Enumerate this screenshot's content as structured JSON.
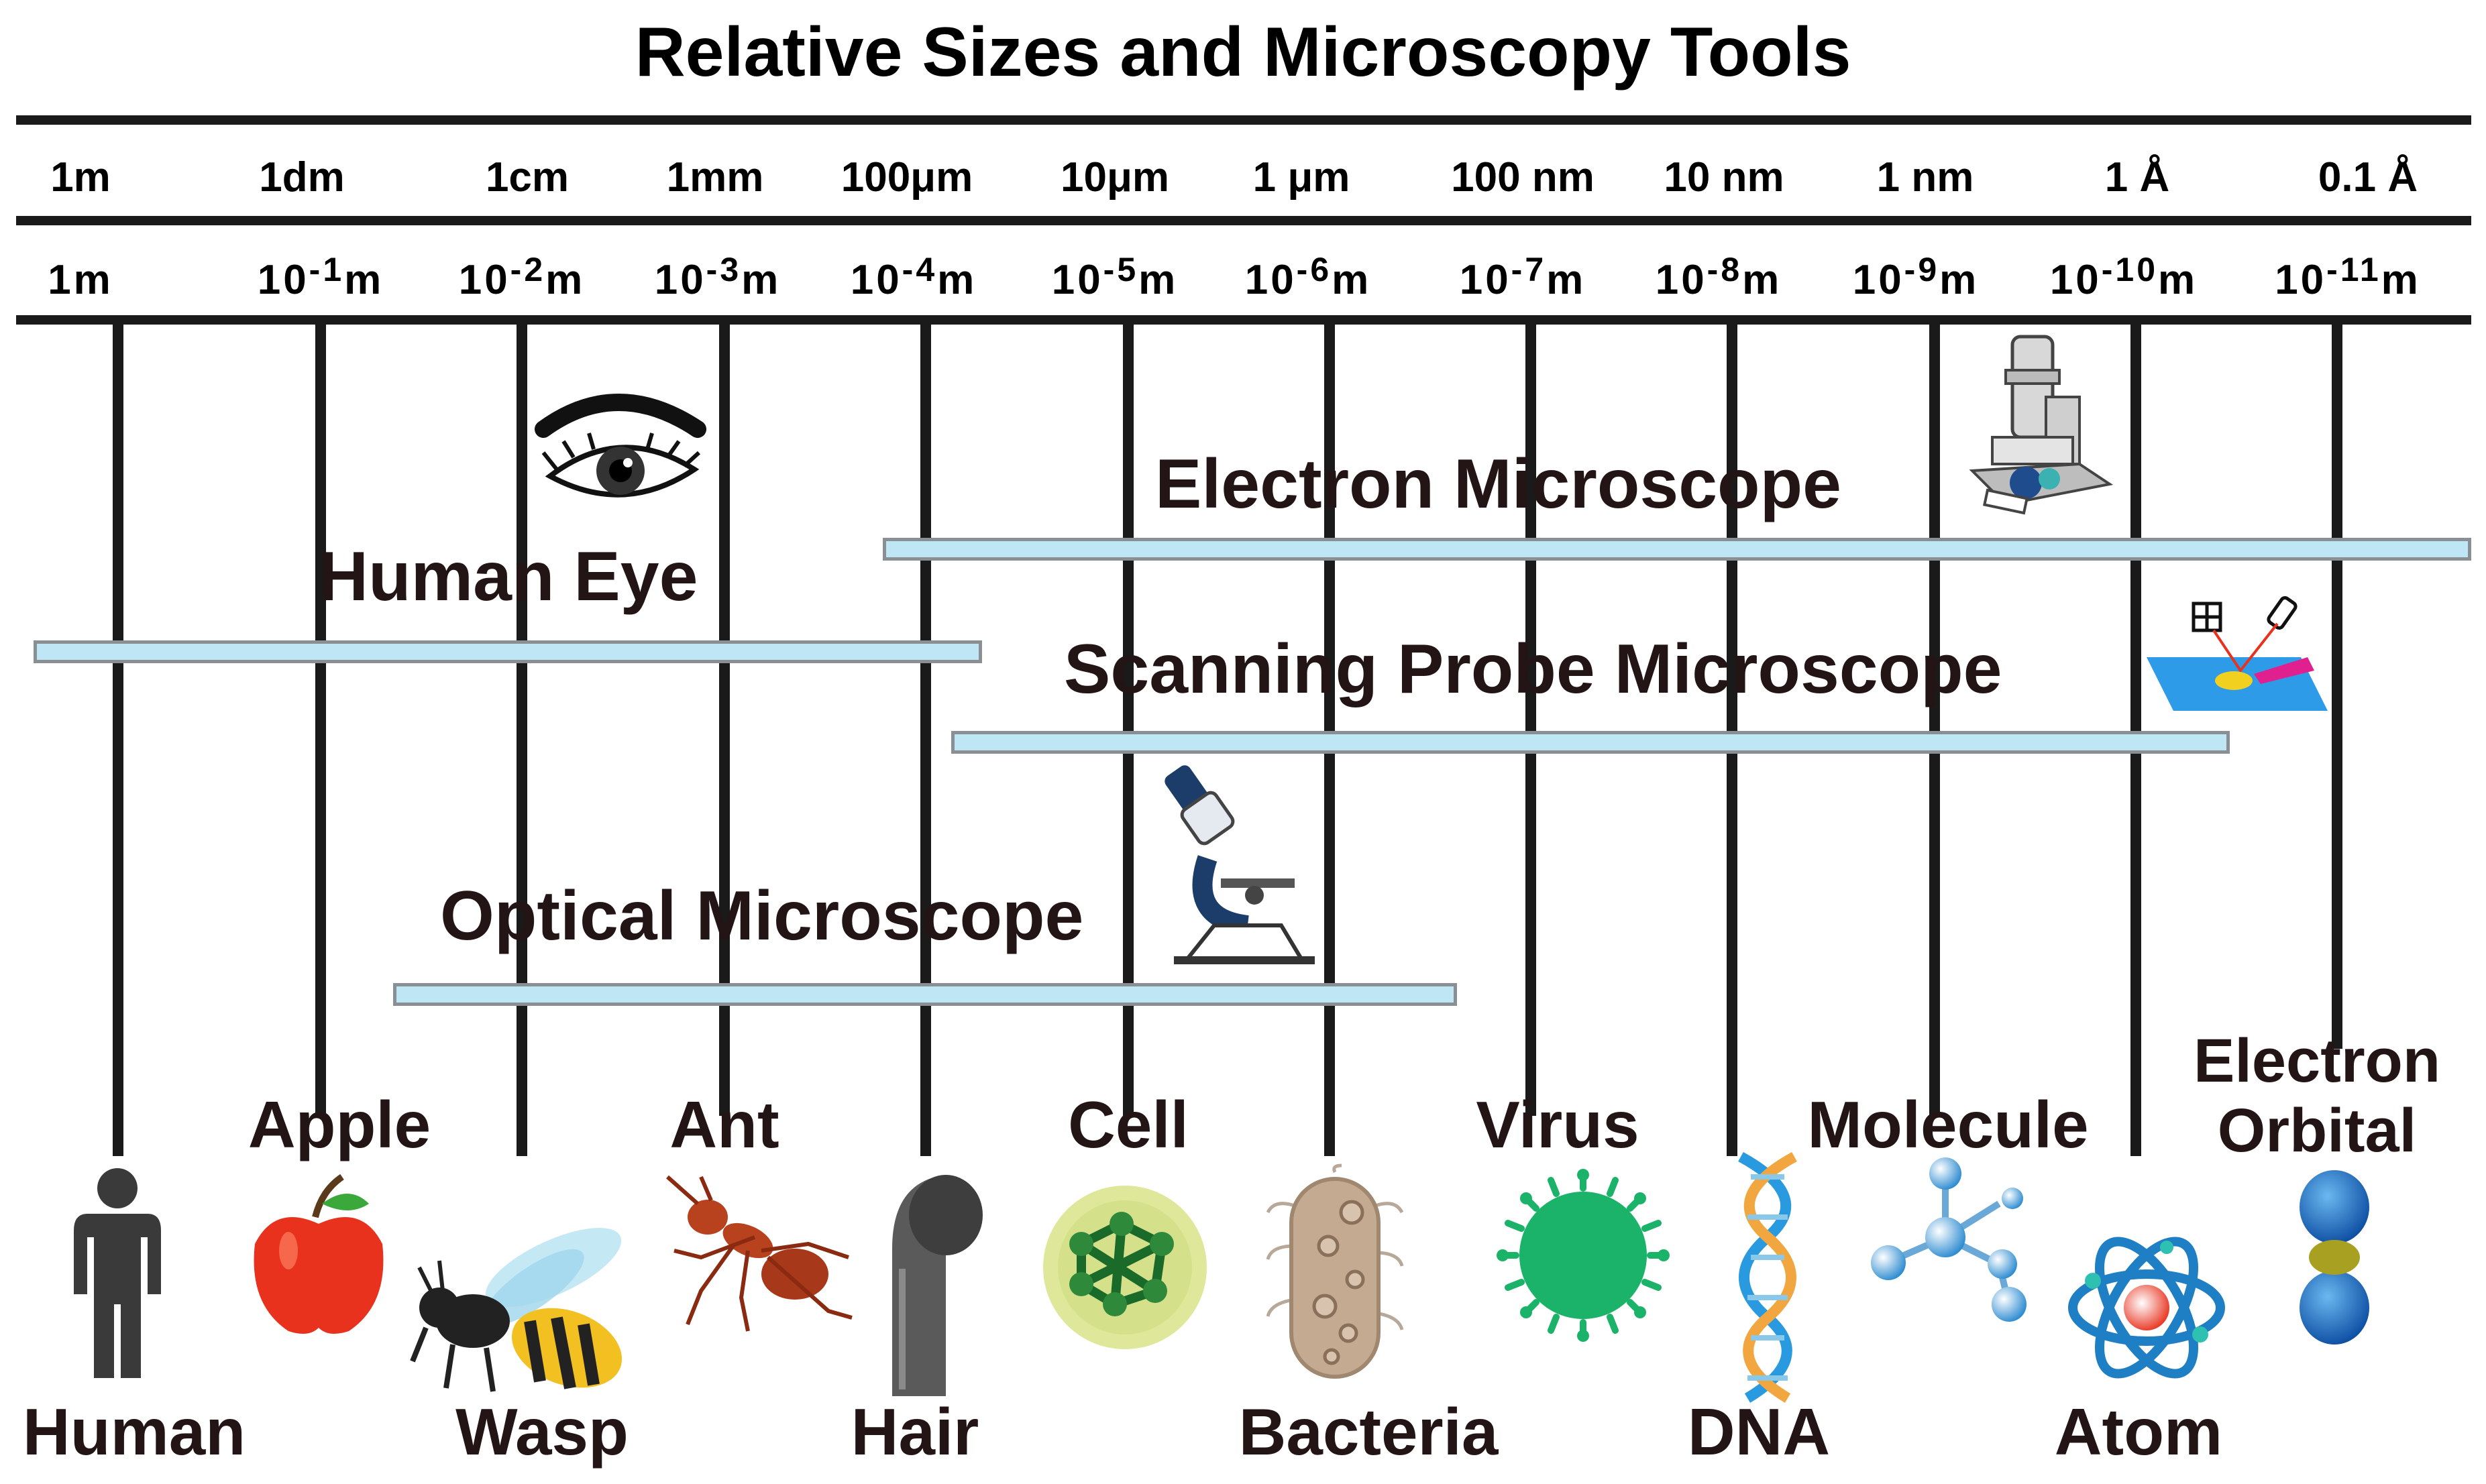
{
  "title": "Relative Sizes and Microscopy Tools",
  "scale_units": [
    "1m",
    "1dm",
    "1cm",
    "1mm",
    "100μm",
    "10μm",
    "1 μm",
    "100 nm",
    "10 nm",
    "1 nm",
    "1 Å",
    "0.1 Å"
  ],
  "scale_powers": [
    {
      "base": "1m",
      "exp": "",
      "suffix": ""
    },
    {
      "base": "10",
      "exp": "-1",
      "suffix": "m"
    },
    {
      "base": "10",
      "exp": "-2",
      "suffix": "m"
    },
    {
      "base": "10",
      "exp": "-3",
      "suffix": "m"
    },
    {
      "base": "10",
      "exp": "-4",
      "suffix": "m"
    },
    {
      "base": "10",
      "exp": "-5",
      "suffix": "m"
    },
    {
      "base": "10",
      "exp": "-6",
      "suffix": "m"
    },
    {
      "base": "10",
      "exp": "-7",
      "suffix": "m"
    },
    {
      "base": "10",
      "exp": "-8",
      "suffix": "m"
    },
    {
      "base": "10",
      "exp": "-9",
      "suffix": "m"
    },
    {
      "base": "10",
      "exp": "-10",
      "suffix": "m"
    },
    {
      "base": "10",
      "exp": "-11",
      "suffix": "m"
    }
  ],
  "tools": {
    "electron": "Electron Microscope",
    "human_eye": "Human Eye",
    "scanning_probe": "Scanning Probe Microscope",
    "optical": "Optical Microscope"
  },
  "objects": {
    "human": "Human",
    "apple": "Apple",
    "wasp": "Wasp",
    "ant": "Ant",
    "hair": "Hair",
    "cell": "Cell",
    "bacteria": "Bacteria",
    "virus": "Virus",
    "dna": "DNA",
    "molecule": "Molecule",
    "atom": "Atom",
    "electron_orbital_line1": "Electron",
    "electron_orbital_line2": "Orbital"
  },
  "colors": {
    "band_fill": "#bfe6f4",
    "band_border": "#8a8f94",
    "apple": "#e8321e",
    "virus": "#1bb36a",
    "cell": "#dfe89a",
    "atom": "#1f7fc4"
  }
}
